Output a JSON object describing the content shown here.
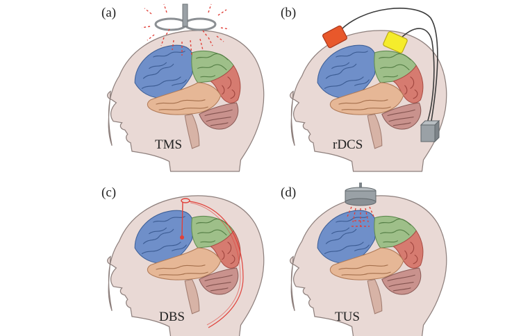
{
  "panels": [
    {
      "id": "a",
      "label": "(a)",
      "method": "TMS"
    },
    {
      "id": "b",
      "label": "(b)",
      "method": "rDCS"
    },
    {
      "id": "c",
      "label": "(c)",
      "method": "DBS"
    },
    {
      "id": "d",
      "label": "(d)",
      "method": "TUS"
    }
  ],
  "colors": {
    "frontal_lobe": "#6f8fc9",
    "parietal_lobe": "#9ebf89",
    "occipital_lobe": "#d67b70",
    "temporal_lobe": "#e6b796",
    "cerebellum": "#c9928d",
    "skin": "#e9d9d5",
    "anode_electrode": "#e8582b",
    "cathode_electrode": "#f5ec2c",
    "stimulation_field": "#e0413a",
    "device_gray": "#9aa1a6"
  }
}
